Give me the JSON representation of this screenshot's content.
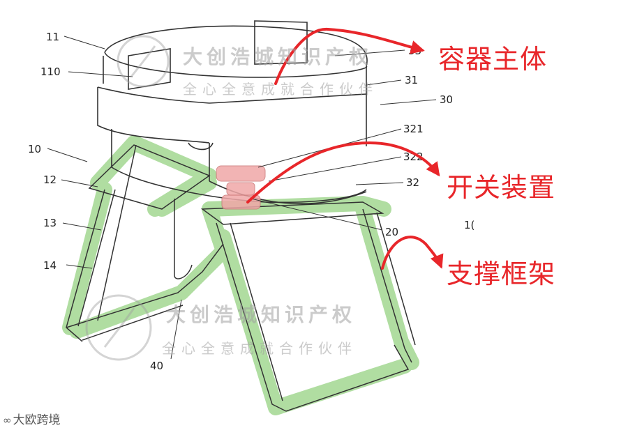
{
  "annotations": {
    "container_body": "容器主体",
    "switch_device": "开关装置",
    "support_frame": "支撑框架"
  },
  "reference_numerals": {
    "n11": "11",
    "n110": "110",
    "n10": "10",
    "n12": "12",
    "n13": "13",
    "n14": "14",
    "n40": "40",
    "n33": "33",
    "n31": "31",
    "n30": "30",
    "n321": "321",
    "n322": "322",
    "n32": "32",
    "n20": "20",
    "n1x": "1("
  },
  "watermarks": {
    "top_line1": "大创浩城知识产权",
    "top_line2": "全心全意成就合作伙伴",
    "bottom_line1": "大创浩城知识产权",
    "bottom_line2": "全心全意成就合作伙伴"
  },
  "footer": {
    "brand": "大欧跨境",
    "logo_icon": "infinity-logo-icon"
  },
  "colors": {
    "annotation_red": "#e8262a",
    "frame_green": "#7fc86a",
    "switch_pink": "#f0a8a8"
  }
}
